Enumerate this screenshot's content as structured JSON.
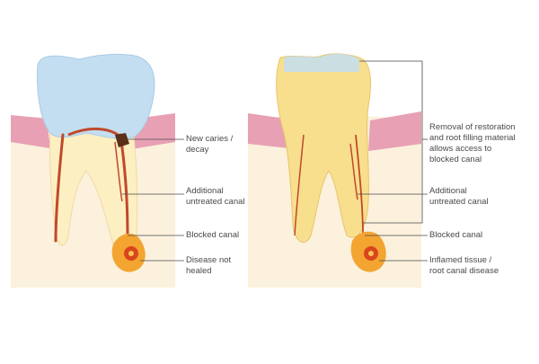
{
  "left_panel": {
    "labels": {
      "new_caries": "New caries /\ndecay",
      "additional_canal": "Additional\nuntreated canal",
      "blocked_canal": "Blocked canal",
      "disease_not_healed": "Disease not\nhealed"
    }
  },
  "right_panel": {
    "labels": {
      "removal": "Removal of restoration\nand root filling material\nallows access to\nblocked canal",
      "additional_canal": "Additional\nuntreated canal",
      "blocked_canal": "Blocked canal",
      "inflamed_tissue": "Inflamed tissue /\nroot canal disease"
    }
  },
  "colors": {
    "bone": "#fbf1dc",
    "gum": "#e8a0b4",
    "crown_blue": "#c3def1",
    "tooth_body": "#fcefc2",
    "tooth_body_right": "#f8df8e",
    "canal": "#c0492a",
    "caries": "#5a3018",
    "lesion_outer": "#f3a431",
    "lesion_inner": "#d9461b",
    "leader_line": "#4a4a4a"
  }
}
